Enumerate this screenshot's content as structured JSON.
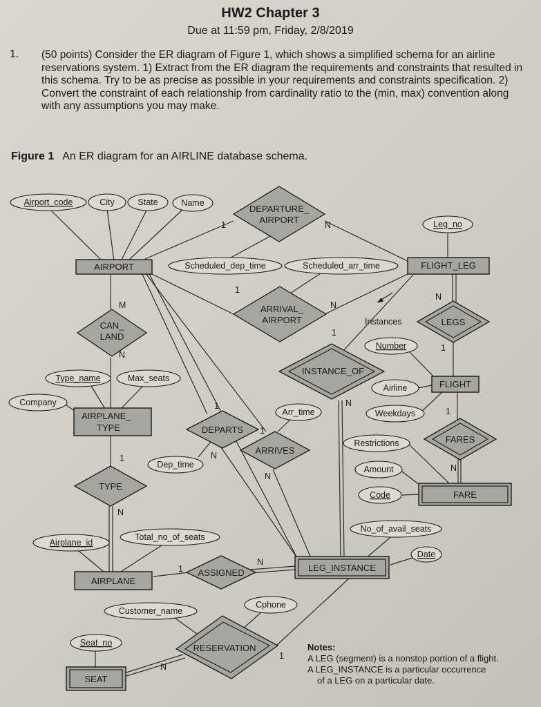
{
  "header": {
    "title": "HW2 Chapter 3",
    "due": "Due at 11:59 pm, Friday, 2/8/2019"
  },
  "question": {
    "number": "1.",
    "text": "(50 points) Consider the ER diagram of Figure 1, which shows a simplified schema for an airline reservations system. 1) Extract from the ER diagram the requirements and constraints that resulted in this schema. Try to be as precise as possible in your requirements and constraints specification. 2) Convert the constraint of each relationship from cardinality ratio to the (min, max) convention along with any assumptions you may make."
  },
  "figure": {
    "label": "Figure 1",
    "caption": "An ER diagram for an AIRLINE database schema."
  },
  "entities": {
    "airport": "AIRPORT",
    "flight_leg": "FLIGHT_LEG",
    "flight": "FLIGHT",
    "airplane_type_1": "AIRPLANE_",
    "airplane_type_2": "TYPE",
    "fare": "FARE",
    "airplane": "AIRPLANE",
    "leg_instance": "LEG_INSTANCE",
    "seat": "SEAT"
  },
  "relationships": {
    "departure_airport_1": "DEPARTURE_",
    "departure_airport_2": "AIRPORT",
    "arrival_airport_1": "ARRIVAL_",
    "arrival_airport_2": "AIRPORT",
    "can_land_1": "CAN_",
    "can_land_2": "LAND",
    "instance_of": "INSTANCE_OF",
    "legs": "LEGS",
    "fares": "FARES",
    "departs": "DEPARTS",
    "arrives": "ARRIVES",
    "type": "TYPE",
    "assigned": "ASSIGNED",
    "reservation": "RESERVATION"
  },
  "attributes": {
    "airport_code": "Airport_code",
    "city": "City",
    "state": "State",
    "name": "Name",
    "leg_no": "Leg_no",
    "scheduled_dep_time": "Scheduled_dep_time",
    "scheduled_arr_time": "Scheduled_arr_time",
    "number": "Number",
    "airline": "Airline",
    "weekdays": "Weekdays",
    "type_name": "Type_name",
    "max_seats": "Max_seats",
    "company": "Company",
    "arr_time": "Arr_time",
    "dep_time": "Dep_time",
    "restrictions": "Restrictions",
    "amount": "Amount",
    "code": "Code",
    "airplane_id": "Airplane_id",
    "total_no_of_seats": "Total_no_of_seats",
    "no_of_avail_seats": "No_of_avail_seats",
    "date": "Date",
    "customer_name": "Customer_name",
    "cphone": "Cphone",
    "seat_no": "Seat_no"
  },
  "cardinalities": {
    "one": "1",
    "many_n": "N",
    "many_m": "M"
  },
  "labels": {
    "instances": "Instances"
  },
  "notes": {
    "title": "Notes:",
    "line1": "A LEG (segment) is a nonstop portion of a flight.",
    "line2": "A LEG_INSTANCE is a particular occurrence",
    "line3": "of a LEG on a particular date."
  }
}
